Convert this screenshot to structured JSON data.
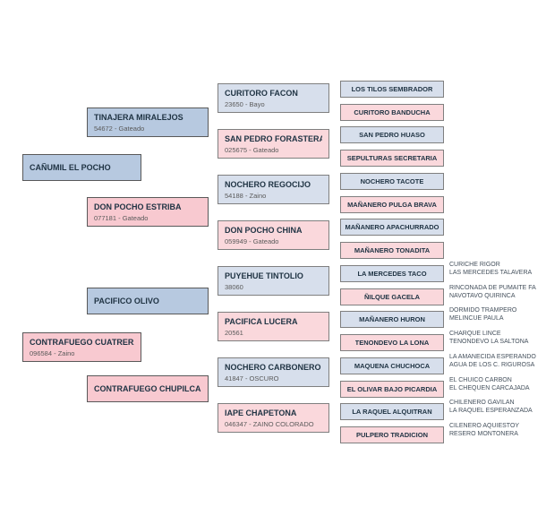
{
  "colors": {
    "blue_dark": "#b7c9e0",
    "pink_dark": "#f8c9d0",
    "blue_light": "#d7dfec",
    "pink_light": "#fad8dc",
    "border_dark": "#595959",
    "border_light": "#7f7f7f",
    "name_text": "#203444",
    "reg_text": "#5a5a5a",
    "extra_text": "#44505c"
  },
  "pedigree": {
    "gen1": [
      {
        "name": "CAÑUMIL EL POCHO",
        "reg": "",
        "color": "blue"
      },
      {
        "name": "CONTRAFUEGO CUATRERA",
        "reg": "096584 - Zaino",
        "color": "pink"
      }
    ],
    "gen2": [
      {
        "name": "TINAJERA MIRALEJOS",
        "reg": "54672 - Gateado",
        "color": "blue"
      },
      {
        "name": "DON POCHO ESTRIBA",
        "reg": "077181 - Gateado",
        "color": "pink"
      },
      {
        "name": "PACIFICO OLIVO",
        "reg": "",
        "color": "blue"
      },
      {
        "name": "CONTRAFUEGO CHUPILCA",
        "reg": "",
        "color": "pink"
      }
    ],
    "gen3": [
      {
        "name": "CURITORO FACON",
        "reg": "23650 - Bayo",
        "color": "blue"
      },
      {
        "name": "SAN PEDRO FORASTERA",
        "reg": "025675 - Gateado",
        "color": "pink"
      },
      {
        "name": "NOCHERO REGOCIJO",
        "reg": "54188 - Zaino",
        "color": "blue"
      },
      {
        "name": "DON POCHO CHINA",
        "reg": "059949 - Gateado",
        "color": "pink"
      },
      {
        "name": "PUYEHUE TINTOLIO",
        "reg": "38060",
        "color": "blue"
      },
      {
        "name": "PACIFICA LUCERA",
        "reg": "20561",
        "color": "pink"
      },
      {
        "name": "NOCHERO CARBONERO",
        "reg": "41847 - OSCURO",
        "color": "blue"
      },
      {
        "name": "IAPE CHAPETONA",
        "reg": "046347 - ZAINO COLORADO",
        "color": "pink"
      }
    ],
    "gen4": [
      {
        "name": "LOS TILOS SEMBRADOR",
        "color": "blue"
      },
      {
        "name": "CURITORO BANDUCHA",
        "color": "pink"
      },
      {
        "name": "SAN PEDRO HUASO",
        "color": "blue"
      },
      {
        "name": "SEPULTURAS SECRETARIA",
        "color": "pink"
      },
      {
        "name": "NOCHERO TACOTE",
        "color": "blue"
      },
      {
        "name": "MAÑANERO PULGA BRAVA",
        "color": "pink"
      },
      {
        "name": "MAÑANERO APACHURRADO",
        "color": "blue"
      },
      {
        "name": "MAÑANERO TONADITA",
        "color": "pink"
      },
      {
        "name": "LA MERCEDES TACO",
        "color": "blue"
      },
      {
        "name": "ÑILQUE GACELA",
        "color": "pink"
      },
      {
        "name": "MAÑANERO HURON",
        "color": "blue"
      },
      {
        "name": "TENONDEVO LA LONA",
        "color": "pink"
      },
      {
        "name": "MAQUENA CHUCHOCA",
        "color": "blue"
      },
      {
        "name": "EL OLIVAR BAJO PICARDIA",
        "color": "pink"
      },
      {
        "name": "LA RAQUEL ALQUITRAN",
        "color": "blue"
      },
      {
        "name": "PULPERO TRADICION",
        "color": "pink"
      }
    ],
    "gen5": [
      {
        "line1": "CURICHE RIGOR",
        "line2": "LAS MERCEDES TALAVERA"
      },
      {
        "line1": "RINCONADA DE PUMAITE FA",
        "line2": "NAVOTAVO QUIRINCA"
      },
      {
        "line1": "DORMIDO TRAMPERO",
        "line2": "MELINCUE PAULA"
      },
      {
        "line1": "CHARQUE LINCE",
        "line2": "TENONDEVO LA SALTONA"
      },
      {
        "line1": "LA AMANECIDA ESPERANDO",
        "line2": "AGUA DE LOS C. RIGUROSA"
      },
      {
        "line1": "EL CHUICO CARBON",
        "line2": "EL CHEQUEN CARCAJADA"
      },
      {
        "line1": "CHILENERO GAVILAN",
        "line2": "LA RAQUEL ESPERANZADA"
      },
      {
        "line1": "CILENERO AQUIESTOY",
        "line2": "RESERO MONTONERA"
      }
    ]
  }
}
